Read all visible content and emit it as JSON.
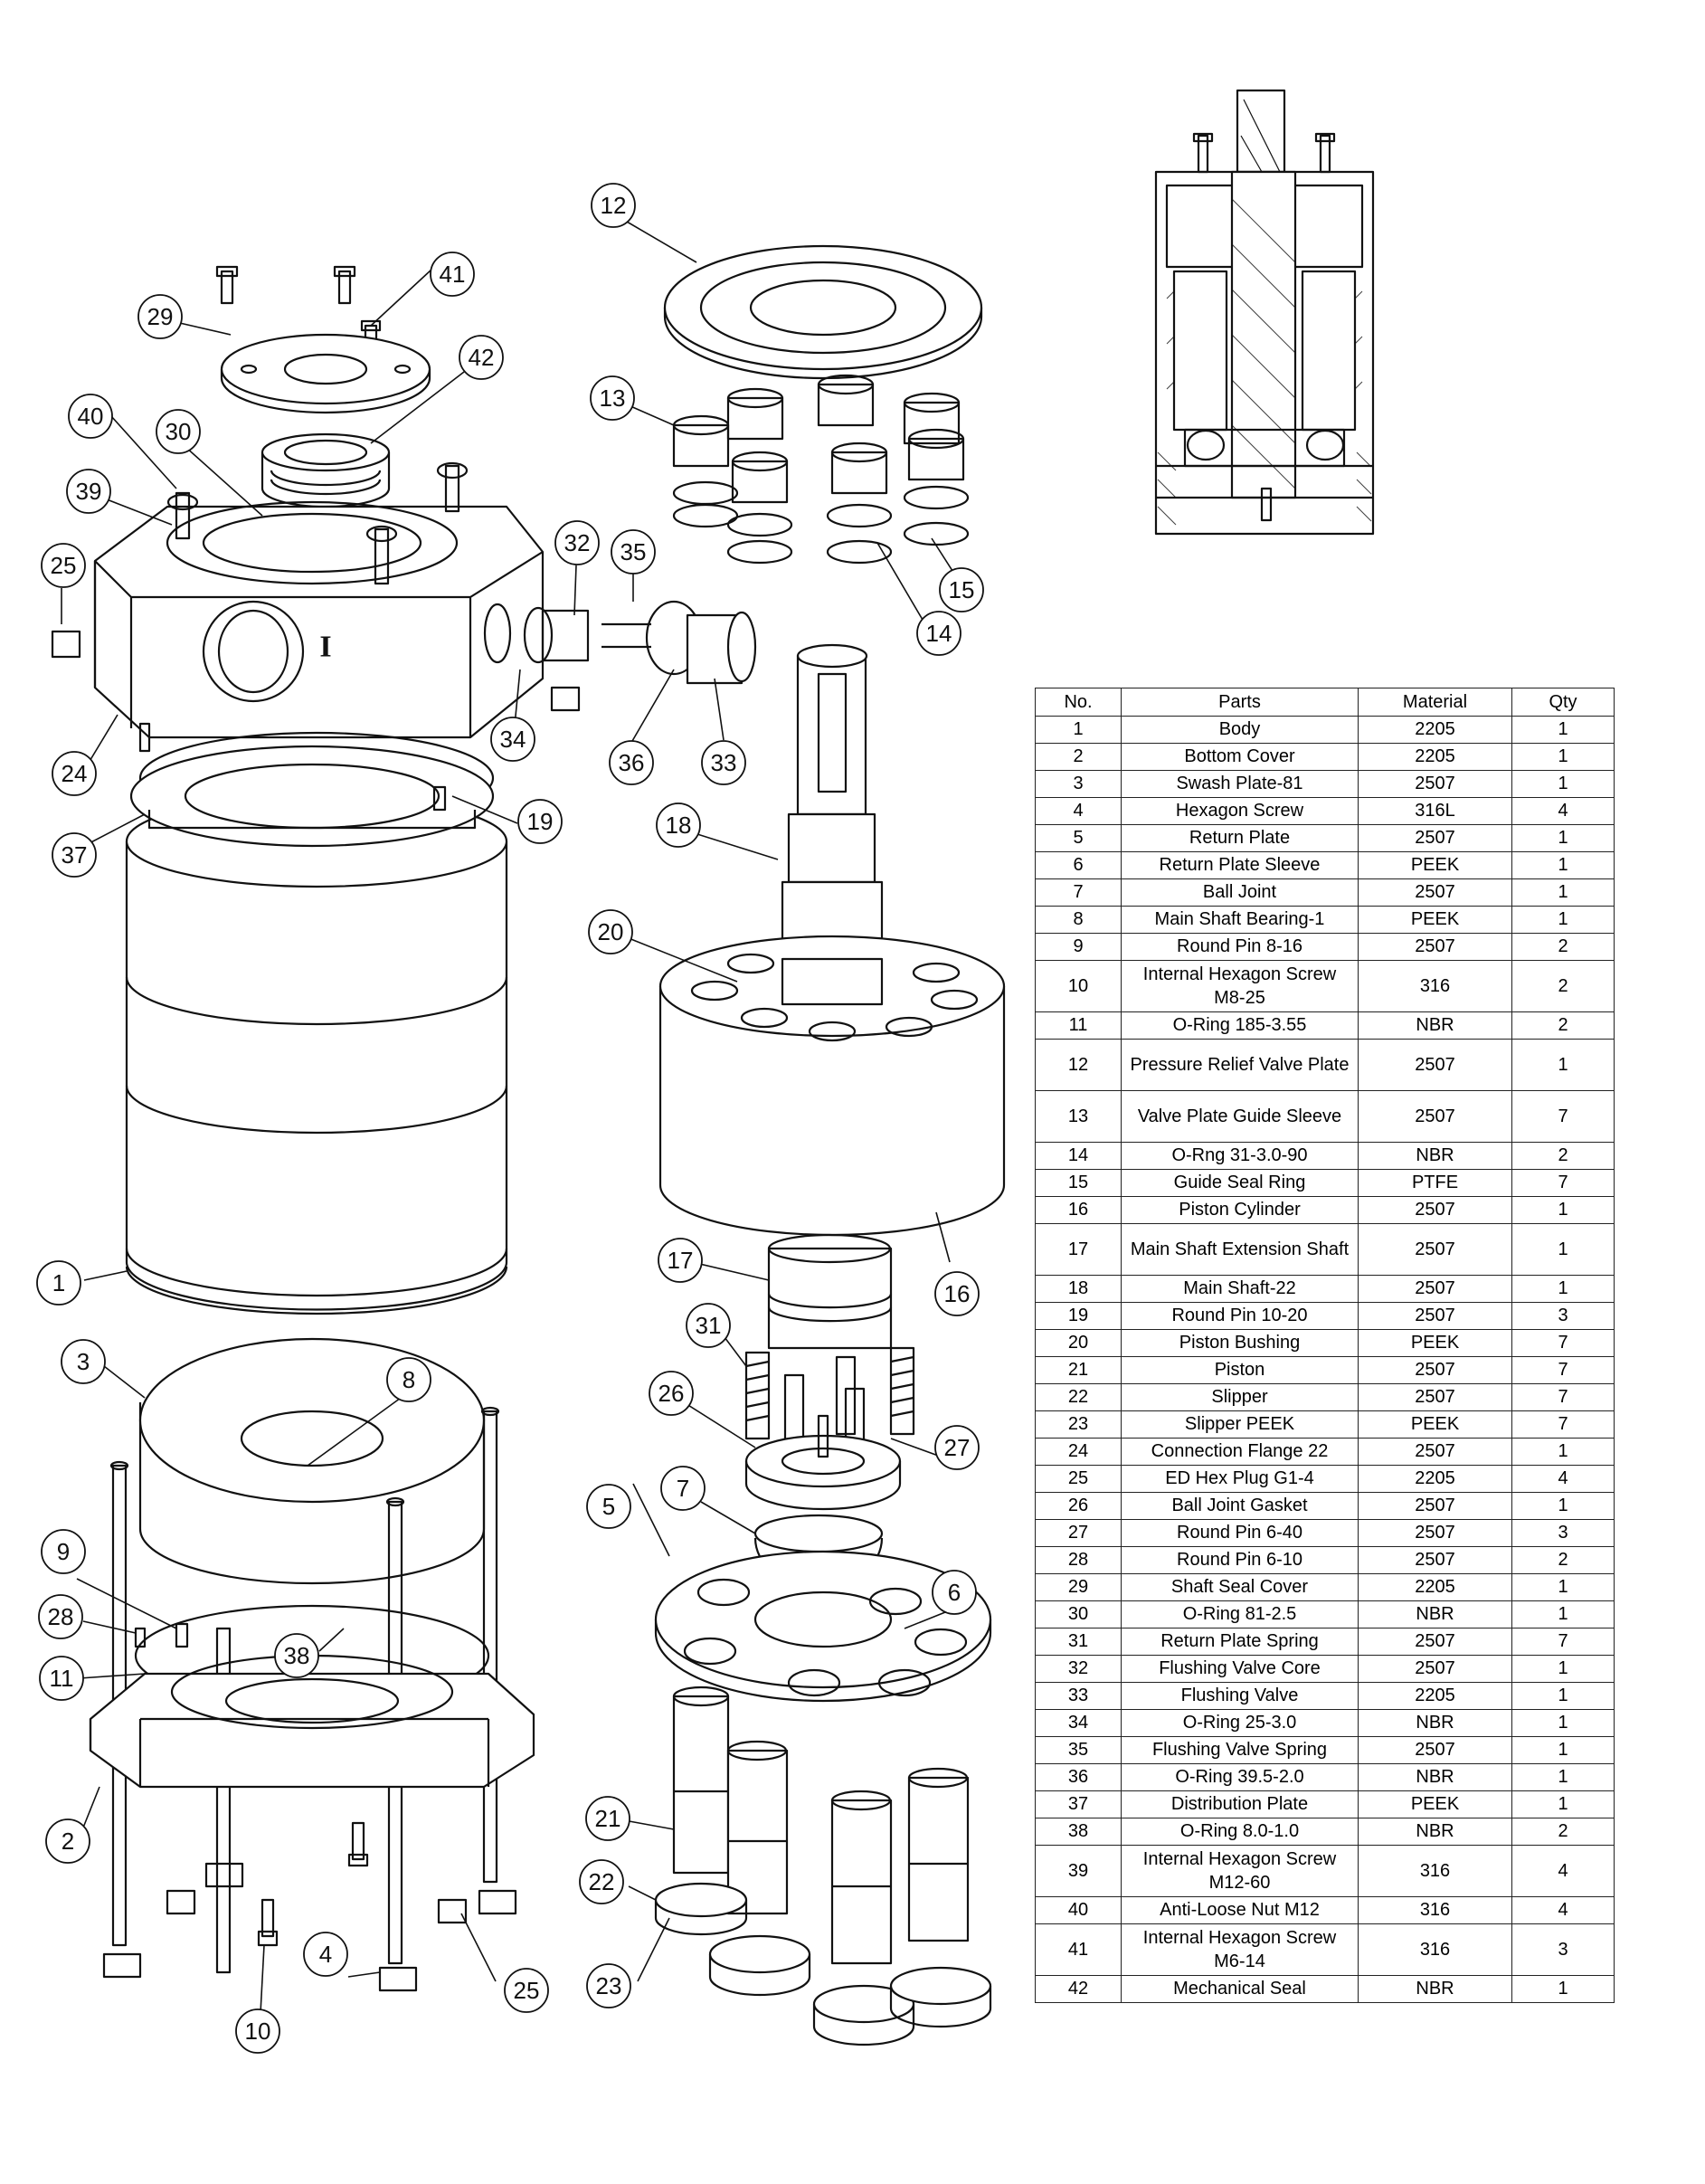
{
  "callouts": [
    {
      "id": "1",
      "label": "1"
    },
    {
      "id": "2",
      "label": "2"
    },
    {
      "id": "3",
      "label": "3"
    },
    {
      "id": "4",
      "label": "4"
    },
    {
      "id": "5",
      "label": "5"
    },
    {
      "id": "6",
      "label": "6"
    },
    {
      "id": "7",
      "label": "7"
    },
    {
      "id": "8",
      "label": "8"
    },
    {
      "id": "9",
      "label": "9"
    },
    {
      "id": "10",
      "label": "10"
    },
    {
      "id": "11",
      "label": "11"
    },
    {
      "id": "12",
      "label": "12"
    },
    {
      "id": "13",
      "label": "13"
    },
    {
      "id": "14",
      "label": "14"
    },
    {
      "id": "15",
      "label": "15"
    },
    {
      "id": "16",
      "label": "16"
    },
    {
      "id": "17",
      "label": "17"
    },
    {
      "id": "18",
      "label": "18"
    },
    {
      "id": "19",
      "label": "19"
    },
    {
      "id": "20",
      "label": "20"
    },
    {
      "id": "21",
      "label": "21"
    },
    {
      "id": "22",
      "label": "22"
    },
    {
      "id": "23",
      "label": "23"
    },
    {
      "id": "24",
      "label": "24"
    },
    {
      "id": "25a",
      "label": "25"
    },
    {
      "id": "25b",
      "label": "25"
    },
    {
      "id": "26",
      "label": "26"
    },
    {
      "id": "27",
      "label": "27"
    },
    {
      "id": "28",
      "label": "28"
    },
    {
      "id": "29",
      "label": "29"
    },
    {
      "id": "30",
      "label": "30"
    },
    {
      "id": "31",
      "label": "31"
    },
    {
      "id": "32",
      "label": "32"
    },
    {
      "id": "33",
      "label": "33"
    },
    {
      "id": "34",
      "label": "34"
    },
    {
      "id": "35",
      "label": "35"
    },
    {
      "id": "36",
      "label": "36"
    },
    {
      "id": "37",
      "label": "37"
    },
    {
      "id": "38",
      "label": "38"
    },
    {
      "id": "39",
      "label": "39"
    },
    {
      "id": "40",
      "label": "40"
    },
    {
      "id": "41",
      "label": "41"
    },
    {
      "id": "42",
      "label": "42"
    }
  ],
  "body_marking": "I",
  "table": {
    "headers": [
      "No.",
      "Parts",
      "Material",
      "Qty"
    ],
    "rows": [
      [
        "1",
        "Body",
        "2205",
        "1"
      ],
      [
        "2",
        "Bottom Cover",
        "2205",
        "1"
      ],
      [
        "3",
        "Swash Plate-81",
        "2507",
        "1"
      ],
      [
        "4",
        "Hexagon Screw",
        "316L",
        "4"
      ],
      [
        "5",
        "Return Plate",
        "2507",
        "1"
      ],
      [
        "6",
        "Return Plate Sleeve",
        "PEEK",
        "1"
      ],
      [
        "7",
        "Ball Joint",
        "2507",
        "1"
      ],
      [
        "8",
        "Main Shaft Bearing-1",
        "PEEK",
        "1"
      ],
      [
        "9",
        "Round Pin 8-16",
        "2507",
        "2"
      ],
      [
        "10",
        "Internal Hexagon Screw M8-25",
        "316",
        "2"
      ],
      [
        "11",
        "O-Ring 185-3.55",
        "NBR",
        "2"
      ],
      [
        "12",
        "Pressure Relief Valve Plate",
        "2507",
        "1"
      ],
      [
        "13",
        "Valve Plate Guide Sleeve",
        "2507",
        "7"
      ],
      [
        "14",
        "O-Rng 31-3.0-90",
        "NBR",
        "2"
      ],
      [
        "15",
        "Guide Seal Ring",
        "PTFE",
        "7"
      ],
      [
        "16",
        "Piston Cylinder",
        "2507",
        "1"
      ],
      [
        "17",
        "Main Shaft Extension Shaft",
        "2507",
        "1"
      ],
      [
        "18",
        "Main Shaft-22",
        "2507",
        "1"
      ],
      [
        "19",
        "Round Pin 10-20",
        "2507",
        "3"
      ],
      [
        "20",
        "Piston Bushing",
        "PEEK",
        "7"
      ],
      [
        "21",
        "Piston",
        "2507",
        "7"
      ],
      [
        "22",
        "Slipper",
        "2507",
        "7"
      ],
      [
        "23",
        "Slipper PEEK",
        "PEEK",
        "7"
      ],
      [
        "24",
        "Connection Flange 22",
        "2507",
        "1"
      ],
      [
        "25",
        "ED Hex Plug G1-4",
        "2205",
        "4"
      ],
      [
        "26",
        "Ball Joint Gasket",
        "2507",
        "1"
      ],
      [
        "27",
        "Round Pin 6-40",
        "2507",
        "3"
      ],
      [
        "28",
        "Round Pin 6-10",
        "2507",
        "2"
      ],
      [
        "29",
        "Shaft Seal Cover",
        "2205",
        "1"
      ],
      [
        "30",
        "O-Ring 81-2.5",
        "NBR",
        "1"
      ],
      [
        "31",
        "Return Plate Spring",
        "2507",
        "7"
      ],
      [
        "32",
        "Flushing Valve Core",
        "2507",
        "1"
      ],
      [
        "33",
        "Flushing Valve",
        "2205",
        "1"
      ],
      [
        "34",
        "O-Ring 25-3.0",
        "NBR",
        "1"
      ],
      [
        "35",
        "Flushing Valve Spring",
        "2507",
        "1"
      ],
      [
        "36",
        "O-Ring 39.5-2.0",
        "NBR",
        "1"
      ],
      [
        "37",
        "Distribution Plate",
        "PEEK",
        "1"
      ],
      [
        "38",
        "O-Ring 8.0-1.0",
        "NBR",
        "2"
      ],
      [
        "39",
        "Internal Hexagon Screw M12-60",
        "316",
        "4"
      ],
      [
        "40",
        "Anti-Loose Nut M12",
        "316",
        "4"
      ],
      [
        "41",
        "Internal Hexagon Screw M6-14",
        "316",
        "3"
      ],
      [
        "42",
        "Mechanical Seal",
        "NBR",
        "1"
      ]
    ]
  }
}
